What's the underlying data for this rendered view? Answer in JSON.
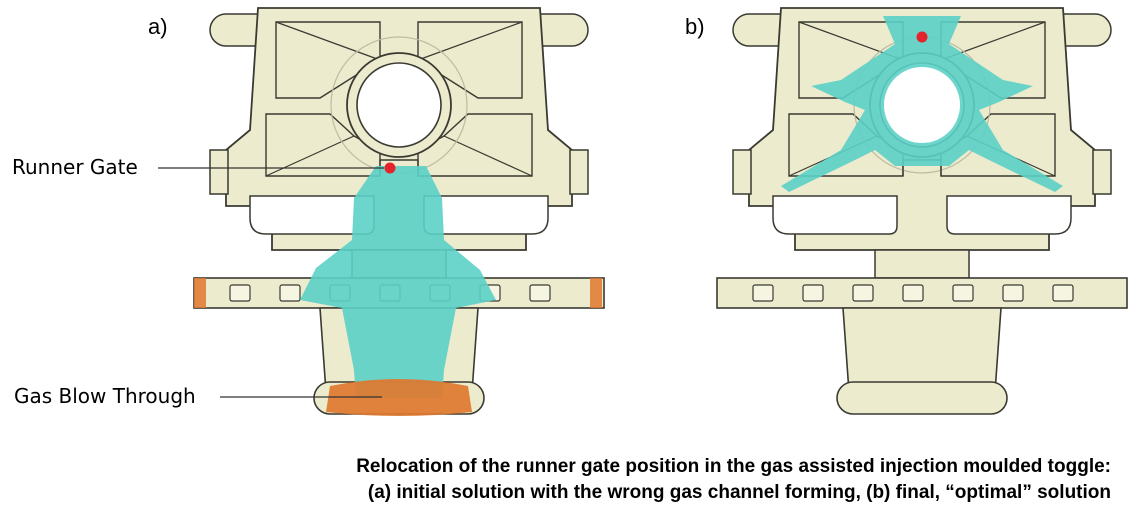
{
  "panels": {
    "a": {
      "label": "a)"
    },
    "b": {
      "label": "b)"
    }
  },
  "callouts": {
    "runner_gate": "Runner Gate",
    "gas_blow_through": "Gas Blow Through"
  },
  "caption": {
    "line1": "Relocation of the runner gate position in the gas assisted injection moulded toggle:",
    "line2": "(a) initial solution with the wrong gas channel forming, (b) final, “optimal” solution"
  },
  "colors": {
    "part_fill": "#ecebcd",
    "part_stroke": "#3a3a32",
    "gas_channel": "#5cd0c6",
    "gate_marker": "#e5232d",
    "blow_through": "#e07830"
  }
}
